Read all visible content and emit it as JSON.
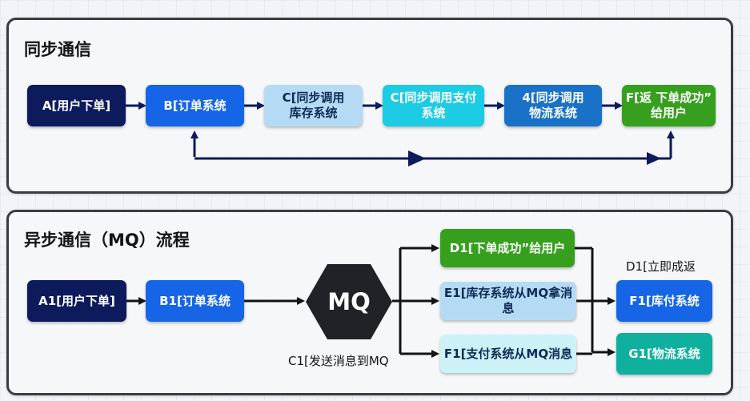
{
  "sync": {
    "title": "同步通信",
    "nodes": {
      "a": [
        "A[用户下单]"
      ],
      "b": [
        "B[订单系统"
      ],
      "c": [
        "C[同步调用",
        "库存系统"
      ],
      "d": [
        "C[同步调用支付",
        "系统"
      ],
      "e": [
        "4[同步调用",
        "物流系统"
      ],
      "f": [
        "F[返 下单成功”",
        "给用户"
      ]
    }
  },
  "async": {
    "title": "异步通信（MQ）流程",
    "nodes": {
      "a1": "A1[用户下单]",
      "b1": "B1[订单系统",
      "mq": "MQ",
      "d1": "D1[下单成功”给用户",
      "e1": "E1[库存系统从MQ拿消息",
      "f1_pay": "F1[支付系统从MQ消息",
      "f1": "F1[库付系统",
      "g1": "G1[物流系统"
    },
    "mq_caption": "C1[发送消息到MQ",
    "d1_note": "D1[立即成返"
  },
  "colors": {
    "navy": "#0d1a5c",
    "blue": "#1565e6",
    "light_blue": "#b5dbf4",
    "cyan": "#1ccbe4",
    "mid_blue": "#1a72c8",
    "green": "#36a01e",
    "teal": "#0fb09e",
    "pale_cyan": "#ccf2f8",
    "sync_arrow": "#0d1a5c",
    "async_arrow": "#141414"
  }
}
